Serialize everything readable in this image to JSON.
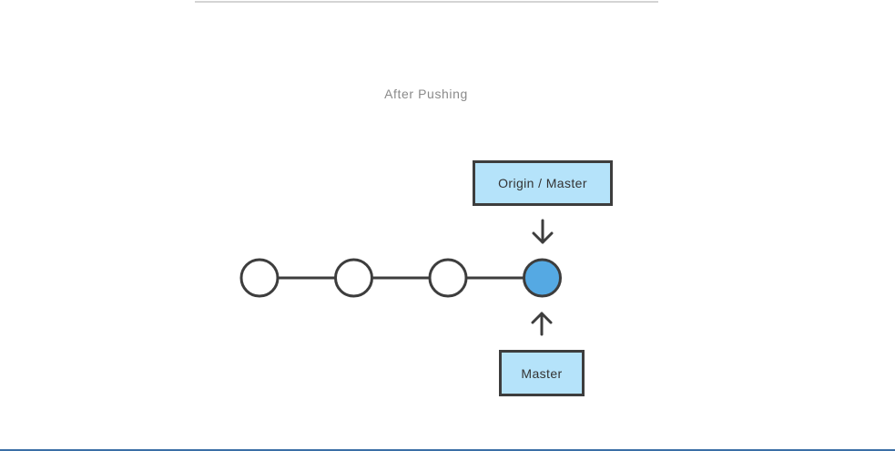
{
  "caption": "After Pushing",
  "commits": [
    {
      "highlighted": false
    },
    {
      "highlighted": false
    },
    {
      "highlighted": false
    },
    {
      "highlighted": true
    }
  ],
  "branches": {
    "origin_master": "Origin / Master",
    "master": "Master"
  },
  "colors": {
    "stroke": "#3d3d3d",
    "commit_fill": "#ffffff",
    "highlight_fill": "#55a9e3",
    "label_fill": "#b5e3fa",
    "caption": "#8a8a8a",
    "top_rule": "#d4d4d4",
    "bottom_rule": "#3b6fa6"
  }
}
